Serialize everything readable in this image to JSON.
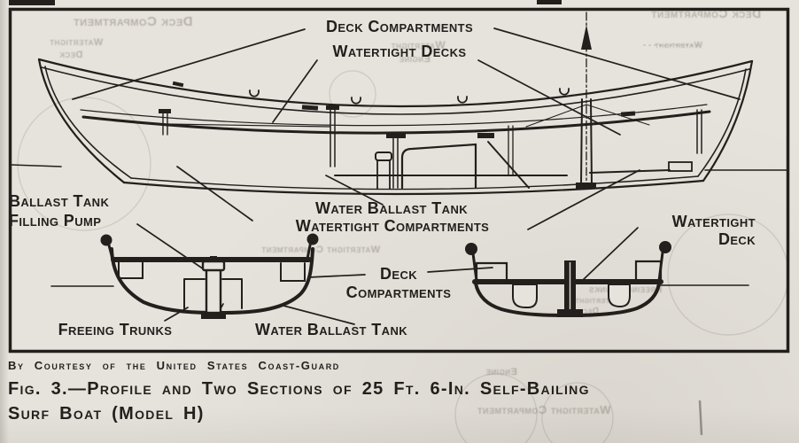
{
  "page": {
    "paper_color": "#e6e3dd",
    "ink_color": "#221f1c"
  },
  "figure_labels": {
    "deck_compartments_top": "Deck Compartments",
    "watertight_decks": "Watertight Decks",
    "ballast_tank_line1": "Ballast Tank",
    "ballast_tank_line2": "Filling Pump",
    "water_ballast_tank_mid": "Water Ballast Tank",
    "watertight_compartments": "Watertight Compartments",
    "watertight_deck_line1": "Watertight",
    "watertight_deck_line2": "Deck",
    "deck_bottom_line1": "Deck",
    "deck_bottom_line2": "Compartments",
    "freeing_trunks": "Freeing Trunks",
    "water_ballast_tank_bottom": "Water Ballast Tank"
  },
  "credit_line": "By Courtesy of the United States Coast-Guard",
  "caption": {
    "line1": "Fig. 3.—Profile and Two Sections of 25 Ft. 6-In. Self-Bailing",
    "line2": "Surf Boat (Model H)"
  },
  "bleedthrough_text": {
    "top_left": "Deck Compartment",
    "top_left_2": "Watertight",
    "top_left_3": "Deck",
    "top_right": "Deck Compartment",
    "mid_1": "Watertight",
    "mid_2": "Engine",
    "mid_3": "Watertight",
    "center": "Watertight Compartment",
    "right_1": "Freeing Trunks",
    "right_2": "Watertight",
    "right_3": "Deck",
    "bottom_1": "Engine",
    "bottom_2": "Watertight Compartment"
  }
}
